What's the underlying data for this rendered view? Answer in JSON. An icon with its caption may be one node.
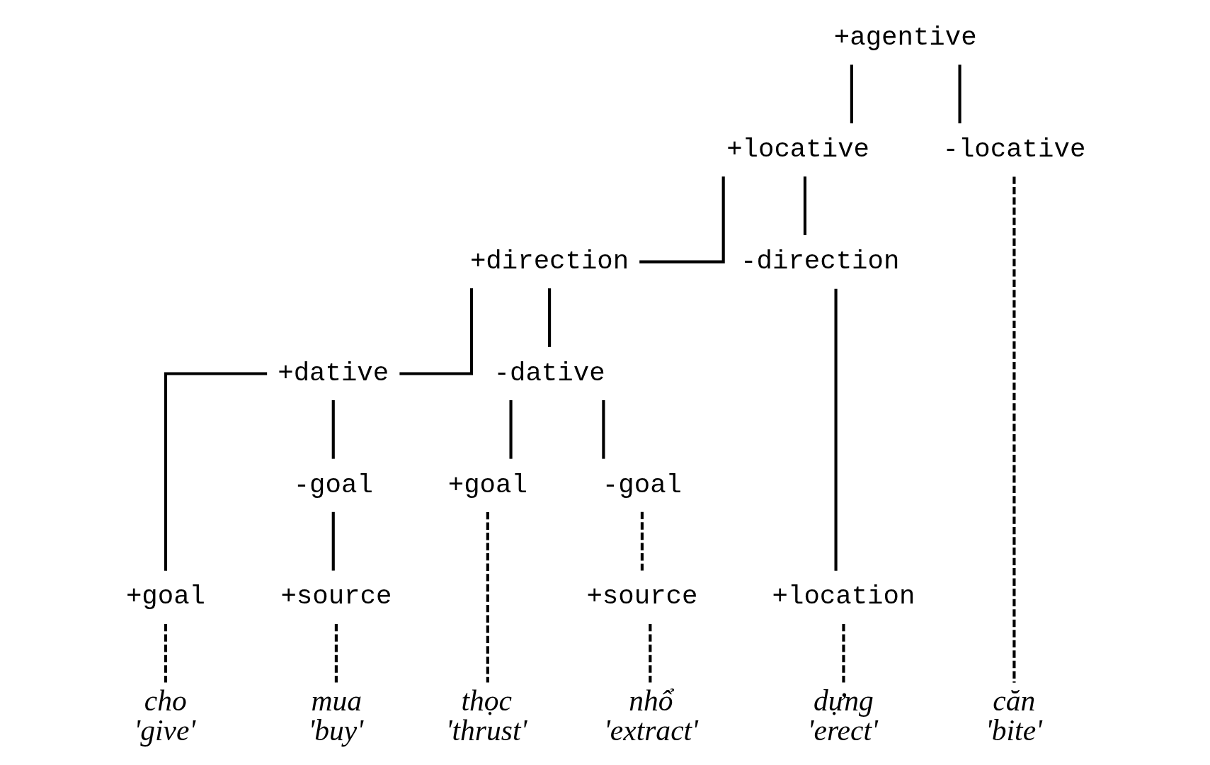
{
  "diagram": {
    "nodes": [
      {
        "text": [
          "+agentive"
        ]
      },
      {
        "text": [
          "+locative"
        ]
      },
      {
        "text": [
          "-locative"
        ]
      },
      {
        "text": [
          "+direction"
        ]
      },
      {
        "text": [
          "-direction"
        ]
      },
      {
        "text": [
          "+dative"
        ]
      },
      {
        "text": [
          "-dative"
        ]
      },
      {
        "text": [
          "+location"
        ]
      },
      {
        "text": [
          "+goal"
        ]
      },
      {
        "text": [
          "-goal"
        ]
      },
      {
        "text": [
          "+goal"
        ]
      },
      {
        "text": [
          "-goal"
        ]
      },
      {
        "text": [
          "+source"
        ]
      },
      {
        "text": [
          "+source"
        ]
      },
      {
        "text": [
          "cho",
          "'give'"
        ]
      },
      {
        "text": [
          "mua",
          "'buy'"
        ]
      },
      {
        "text": [
          "thọc",
          "'thrust'"
        ]
      },
      {
        "text": [
          "nhổ",
          "'extract'"
        ]
      },
      {
        "text": [
          "dựng",
          "'erect'"
        ]
      },
      {
        "text": [
          "căn",
          "'bite'"
        ]
      }
    ],
    "edges": [
      {
        "from": 0,
        "to": 1,
        "arrow": "none"
      },
      {
        "from": 0,
        "to": 2,
        "arrow": "none"
      },
      {
        "from": 1,
        "to": 3,
        "arrow": "none"
      },
      {
        "from": 1,
        "to": 4,
        "arrow": "none"
      },
      {
        "from": 3,
        "to": 5,
        "arrow": "none"
      },
      {
        "from": 3,
        "to": 6,
        "arrow": "none"
      },
      {
        "from": 4,
        "to": 7,
        "arrow": "none"
      },
      {
        "from": 5,
        "to": 8,
        "arrow": "none"
      },
      {
        "from": 5,
        "to": 9,
        "arrow": "none"
      },
      {
        "from": 6,
        "to": 10,
        "arrow": "none"
      },
      {
        "from": 6,
        "to": 11,
        "arrow": "none"
      },
      {
        "from": 9,
        "to": 12,
        "arrow": "none"
      },
      {
        "from": 11,
        "to": 13,
        "arrow": "none",
        "style": "dashed"
      },
      {
        "from": 8,
        "to": 14,
        "arrow": "none",
        "style": "dashed"
      },
      {
        "from": 12,
        "to": 15,
        "arrow": "none",
        "style": "dashed"
      },
      {
        "from": 10,
        "to": 16,
        "arrow": "none",
        "style": "dashed"
      },
      {
        "from": 13,
        "to": 17,
        "arrow": "none",
        "style": "dashed"
      },
      {
        "from": 7,
        "to": 18,
        "arrow": "none",
        "style": "dashed"
      },
      {
        "from": 2,
        "to": 19,
        "arrow": "none",
        "style": "dashed"
      }
    ]
  }
}
